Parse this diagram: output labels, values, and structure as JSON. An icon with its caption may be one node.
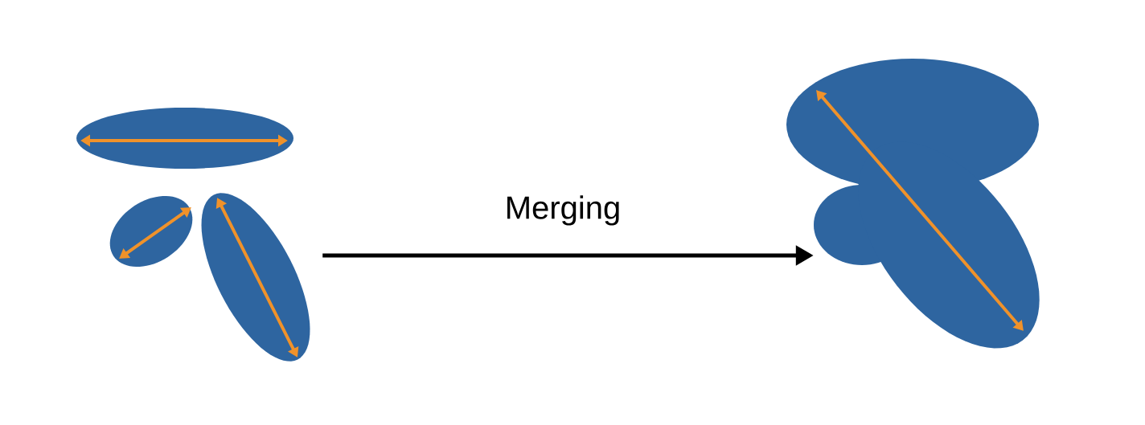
{
  "diagram": {
    "nodes": [
      {
        "text": [],
        "shape": "ellipses"
      },
      {
        "text": [],
        "shape": "blob"
      }
    ],
    "edges": [
      {
        "from": 0,
        "to": 1,
        "arrow": "to",
        "label": "Merging"
      }
    ]
  }
}
